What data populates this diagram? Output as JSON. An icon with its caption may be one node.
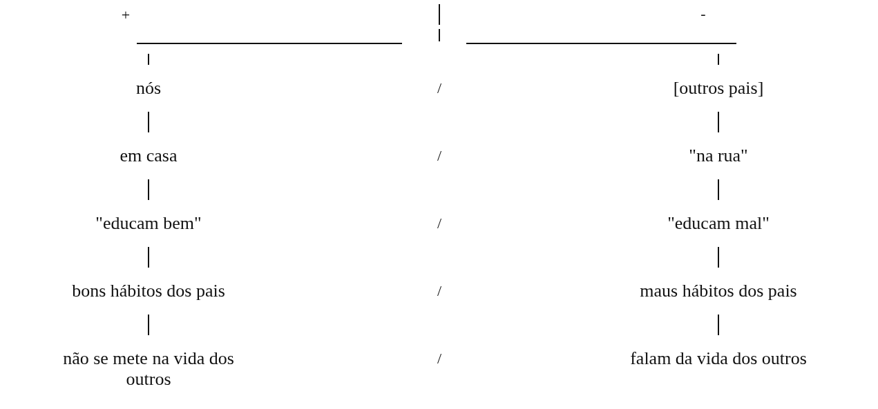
{
  "diagram": {
    "nodes": [
      {
        "text": [],
        "shape": "bar"
      },
      {
        "text": [],
        "shape": "bar"
      },
      {
        "text": [
          "nós"
        ]
      },
      {
        "text": [
          "[outros pais]"
        ]
      },
      {
        "text": [
          "em casa"
        ]
      },
      {
        "text": [
          "\"na rua\""
        ]
      },
      {
        "text": [
          "\"educam bem\""
        ]
      },
      {
        "text": [
          "\"educam mal\""
        ]
      },
      {
        "text": [
          "bons hábitos dos pais"
        ]
      },
      {
        "text": [
          "maus hábitos dos pais"
        ]
      },
      {
        "text": [
          "não se mete na vida dos outros"
        ]
      },
      {
        "text": [
          "falam da vida dos outros"
        ]
      }
    ],
    "edges": [
      {
        "from": 0,
        "to": 2,
        "arrow": "none"
      },
      {
        "from": 2,
        "to": 4,
        "arrow": "none"
      },
      {
        "from": 4,
        "to": 6,
        "arrow": "none"
      },
      {
        "from": 6,
        "to": 8,
        "arrow": "none"
      },
      {
        "from": 8,
        "to": 10,
        "arrow": "none"
      },
      {
        "from": 1,
        "to": 3,
        "arrow": "none"
      },
      {
        "from": 3,
        "to": 5,
        "arrow": "none"
      },
      {
        "from": 5,
        "to": 7,
        "arrow": "none"
      },
      {
        "from": 7,
        "to": 9,
        "arrow": "none"
      },
      {
        "from": 9,
        "to": 11,
        "arrow": "none"
      }
    ],
    "labels": [
      "+",
      "-",
      "/",
      "/",
      "/",
      "/",
      "/"
    ]
  }
}
